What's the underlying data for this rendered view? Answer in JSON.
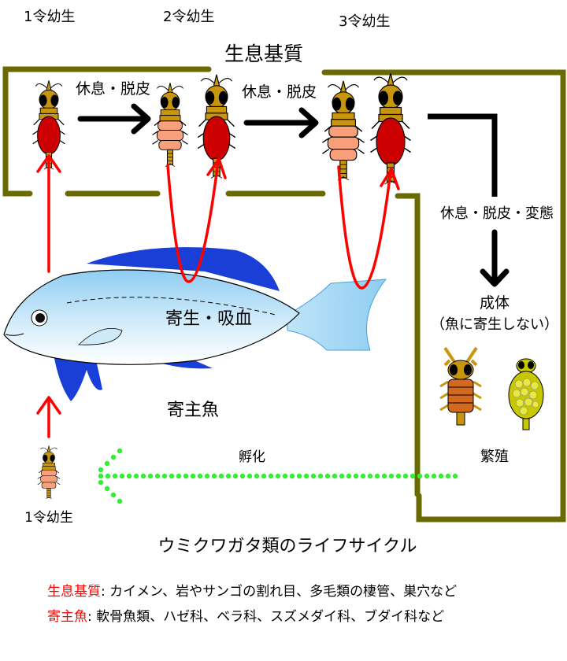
{
  "labels": {
    "stage1_top": "1令幼生",
    "stage2_top": "2令幼生",
    "stage3_top": "3令幼生",
    "substrate": "生息基質",
    "rest_molt_1": "休息・脱皮",
    "rest_molt_2": "休息・脱皮",
    "rest_molt_metamorph": "休息・脱皮・変態",
    "adult": "成体",
    "adult_note": "（魚に寄生しない）",
    "parasitism": "寄生・吸血",
    "host_fish": "寄主魚",
    "reproduction": "繁殖",
    "hatching": "孵化",
    "stage1_bottom": "1令幼生"
  },
  "title": "ウミクワガタ類のライフサイクル",
  "legend": [
    {
      "term": "生息基質",
      "desc": ": カイメン、岩やサンゴの割れ目、多毛類の棲管、巣穴など"
    },
    {
      "term": "寄主魚",
      "desc": ": 軟骨魚類、ハゼ科、ベラ科、スズメダイ科、ブダイ科など"
    }
  ],
  "colors": {
    "frame": "#6b6a00",
    "red": "#ff0000",
    "green_dots": "#33ee33",
    "larva_red": "#cc0000",
    "larva_pale": "#f9a07a",
    "head": "#c8960c",
    "fish_fin": "#1a3fd6",
    "fish_body": "#a8d8f5"
  }
}
